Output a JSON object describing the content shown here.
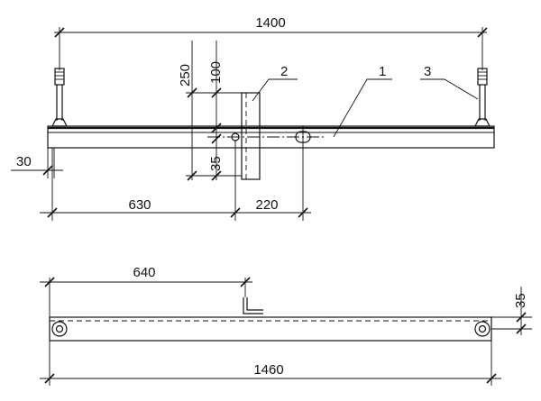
{
  "top_view": {
    "dims": {
      "overall_length": "1400",
      "vertical_250": "250",
      "vertical_100": "100",
      "vertical_35": "35",
      "left_offset_30": "30",
      "horizontal_630": "630",
      "horizontal_220": "220"
    },
    "callouts": {
      "beam": "1",
      "bracket": "2",
      "stud": "3"
    }
  },
  "bottom_view": {
    "dims": {
      "horizontal_640": "640",
      "overall_length": "1460",
      "height_35": "35"
    }
  }
}
